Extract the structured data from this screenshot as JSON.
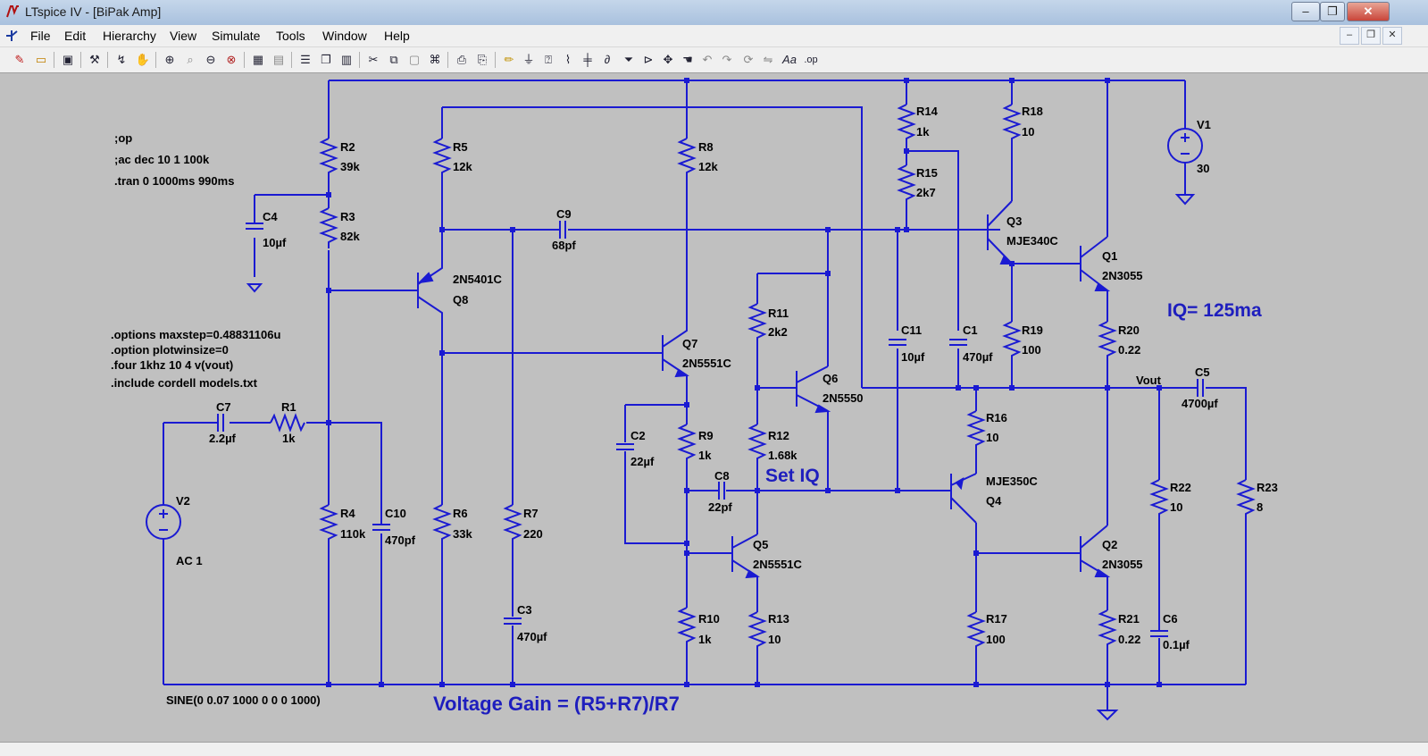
{
  "window": {
    "title": "LTspice IV - [BiPak Amp]"
  },
  "menu": {
    "file": "File",
    "edit": "Edit",
    "hierarchy": "Hierarchy",
    "view": "View",
    "simulate": "Simulate",
    "tools": "Tools",
    "window": "Window",
    "help": "Help"
  },
  "schematic": {
    "directives": {
      "op": ";op",
      "ac": ";ac dec 10 1 100k",
      "tran": ".tran 0 1000ms 990ms",
      "maxstep": ".options maxstep=0.48831106u",
      "plotwinsize": ".option plotwinsize=0",
      "four": ".four 1khz 10 4 v(vout)",
      "include": ".include cordell models.txt"
    },
    "notes": {
      "iq": "IQ= 125ma",
      "set_iq": "Set IQ",
      "gain": "Voltage Gain = (R5+R7)/R7"
    },
    "net_vout": "Vout",
    "parts": {
      "r1": {
        "name": "R1",
        "value": "1k"
      },
      "r2": {
        "name": "R2",
        "value": "39k"
      },
      "r3": {
        "name": "R3",
        "value": "82k"
      },
      "r4": {
        "name": "R4",
        "value": "110k"
      },
      "r5": {
        "name": "R5",
        "value": "12k"
      },
      "r6": {
        "name": "R6",
        "value": "33k"
      },
      "r7": {
        "name": "R7",
        "value": "220"
      },
      "r8": {
        "name": "R8",
        "value": "12k"
      },
      "r9": {
        "name": "R9",
        "value": "1k"
      },
      "r10": {
        "name": "R10",
        "value": "1k"
      },
      "r11": {
        "name": "R11",
        "value": "2k2"
      },
      "r12": {
        "name": "R12",
        "value": "1.68k"
      },
      "r13": {
        "name": "R13",
        "value": "10"
      },
      "r14": {
        "name": "R14",
        "value": "1k"
      },
      "r15": {
        "name": "R15",
        "value": "2k7"
      },
      "r16": {
        "name": "R16",
        "value": "10"
      },
      "r17": {
        "name": "R17",
        "value": "100"
      },
      "r18": {
        "name": "R18",
        "value": "10"
      },
      "r19": {
        "name": "R19",
        "value": "100"
      },
      "r20": {
        "name": "R20",
        "value": "0.22"
      },
      "r21": {
        "name": "R21",
        "value": "0.22"
      },
      "r22": {
        "name": "R22",
        "value": "10"
      },
      "r23": {
        "name": "R23",
        "value": "8"
      },
      "c1": {
        "name": "C1",
        "value": "470µf"
      },
      "c2": {
        "name": "C2",
        "value": "22µf"
      },
      "c3": {
        "name": "C3",
        "value": "470µf"
      },
      "c4": {
        "name": "C4",
        "value": "10µf"
      },
      "c5": {
        "name": "C5",
        "value": "4700µf"
      },
      "c6": {
        "name": "C6",
        "value": "0.1µf"
      },
      "c7": {
        "name": "C7",
        "value": "2.2µf"
      },
      "c8": {
        "name": "C8",
        "value": "22pf"
      },
      "c9": {
        "name": "C9",
        "value": "68pf"
      },
      "c10": {
        "name": "C10",
        "value": "470pf"
      },
      "c11": {
        "name": "C11",
        "value": "10µf"
      },
      "q1": {
        "name": "Q1",
        "model": "2N3055"
      },
      "q2": {
        "name": "Q2",
        "model": "2N3055"
      },
      "q3": {
        "name": "Q3",
        "model": "MJE340C"
      },
      "q4": {
        "name": "Q4",
        "model": "MJE350C"
      },
      "q5": {
        "name": "Q5",
        "model": "2N5551C"
      },
      "q6": {
        "name": "Q6",
        "model": "2N5550"
      },
      "q7": {
        "name": "Q7",
        "model": "2N5551C"
      },
      "q8": {
        "name": "Q8",
        "model": "2N5401C"
      },
      "v1": {
        "name": "V1",
        "value": "30"
      },
      "v2": {
        "name": "V2",
        "value": "AC 1",
        "source": "SINE(0 0.07 1000 0 0 0 1000)"
      }
    }
  },
  "colors": {
    "wire": "#1a1ad2",
    "label": "#000000",
    "note": "#1e1ebe",
    "canvas": "#c0c0c0"
  }
}
